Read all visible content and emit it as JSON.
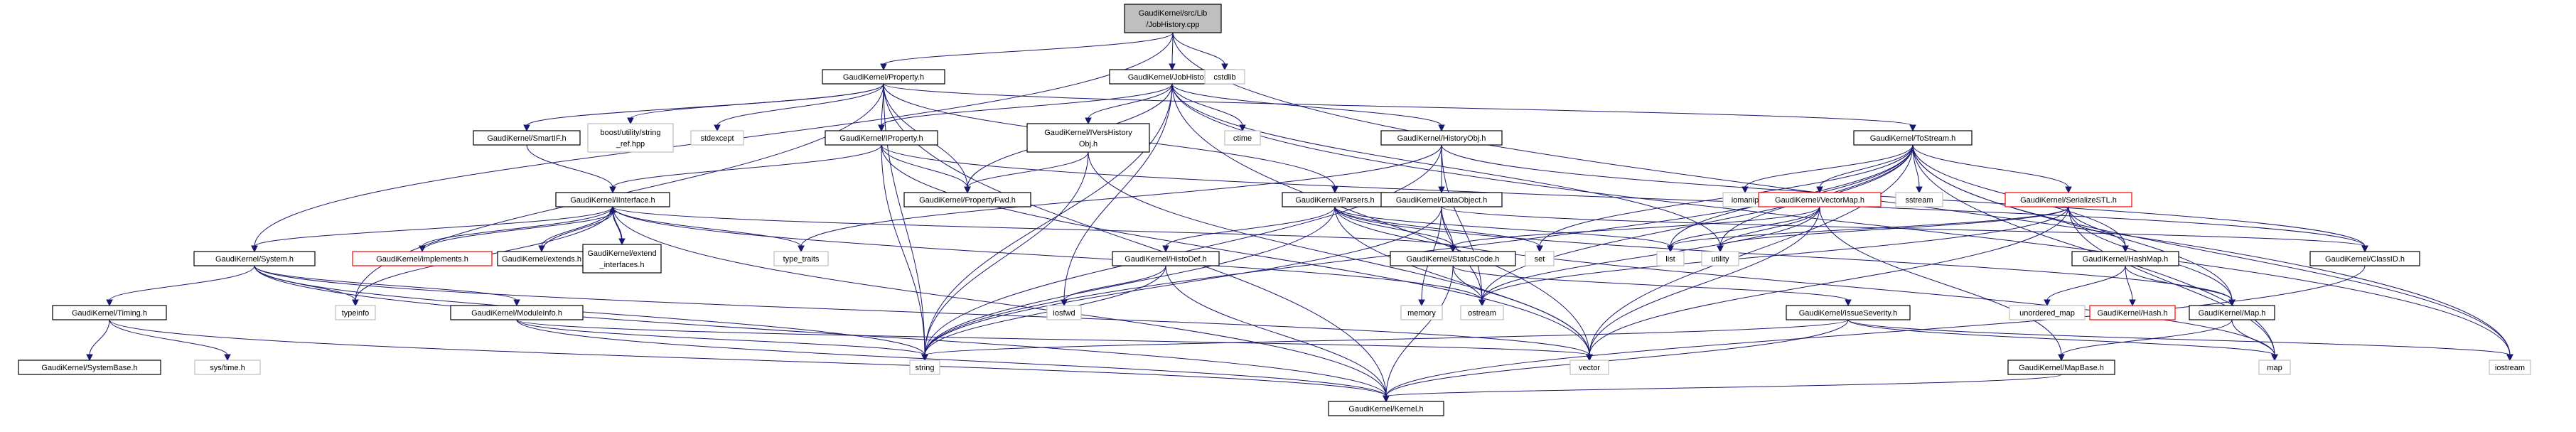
{
  "title": "Include dependency graph for GaudiKernel/src/Lib/JobHistory.cpp",
  "colors": {
    "edge": "#191970",
    "root_fill": "#bfbfbf",
    "node_border": "#000000",
    "system_border": "#bfbfbf",
    "truncated_border": "#ff0000"
  },
  "nodes": [
    {
      "id": "root",
      "lines": [
        "GaudiKernel/src/Lib",
        "/JobHistory.cpp"
      ],
      "kind": "root"
    },
    {
      "id": "property",
      "lines": [
        "GaudiKernel/Property.h"
      ],
      "kind": "normal"
    },
    {
      "id": "jobhistory",
      "lines": [
        "GaudiKernel/JobHistory.h"
      ],
      "kind": "normal"
    },
    {
      "id": "cstdlib",
      "lines": [
        "cstdlib"
      ],
      "kind": "system"
    },
    {
      "id": "smartif",
      "lines": [
        "GaudiKernel/SmartIF.h"
      ],
      "kind": "normal"
    },
    {
      "id": "boost",
      "lines": [
        "boost/utility/string",
        "_ref.hpp"
      ],
      "kind": "system"
    },
    {
      "id": "stdexcept",
      "lines": [
        "stdexcept"
      ],
      "kind": "system"
    },
    {
      "id": "iproperty",
      "lines": [
        "GaudiKernel/IProperty.h"
      ],
      "kind": "normal"
    },
    {
      "id": "ivershistory",
      "lines": [
        "GaudiKernel/IVersHistory",
        "Obj.h"
      ],
      "kind": "normal"
    },
    {
      "id": "ctime",
      "lines": [
        "ctime"
      ],
      "kind": "system"
    },
    {
      "id": "historyobj",
      "lines": [
        "GaudiKernel/HistoryObj.h"
      ],
      "kind": "normal"
    },
    {
      "id": "tostream",
      "lines": [
        "GaudiKernel/ToStream.h"
      ],
      "kind": "normal"
    },
    {
      "id": "iinterface",
      "lines": [
        "GaudiKernel/IInterface.h"
      ],
      "kind": "normal"
    },
    {
      "id": "propertyfwd",
      "lines": [
        "GaudiKernel/PropertyFwd.h"
      ],
      "kind": "normal"
    },
    {
      "id": "parsers",
      "lines": [
        "GaudiKernel/Parsers.h"
      ],
      "kind": "normal"
    },
    {
      "id": "dataobject",
      "lines": [
        "GaudiKernel/DataObject.h"
      ],
      "kind": "normal"
    },
    {
      "id": "iomanip",
      "lines": [
        "iomanip"
      ],
      "kind": "system"
    },
    {
      "id": "vectormap",
      "lines": [
        "GaudiKernel/VectorMap.h"
      ],
      "kind": "truncated"
    },
    {
      "id": "serializestl",
      "lines": [
        "GaudiKernel/SerializeSTL.h"
      ],
      "kind": "truncated"
    },
    {
      "id": "sstream",
      "lines": [
        "sstream"
      ],
      "kind": "system"
    },
    {
      "id": "system",
      "lines": [
        "GaudiKernel/System.h"
      ],
      "kind": "normal"
    },
    {
      "id": "implements",
      "lines": [
        "GaudiKernel/implements.h"
      ],
      "kind": "truncated"
    },
    {
      "id": "extends",
      "lines": [
        "GaudiKernel/extends.h"
      ],
      "kind": "normal"
    },
    {
      "id": "extendif",
      "lines": [
        "GaudiKernel/extend",
        "_interfaces.h"
      ],
      "kind": "normal"
    },
    {
      "id": "typetraits",
      "lines": [
        "type_traits"
      ],
      "kind": "system"
    },
    {
      "id": "histodef",
      "lines": [
        "GaudiKernel/HistoDef.h"
      ],
      "kind": "normal"
    },
    {
      "id": "statuscode",
      "lines": [
        "GaudiKernel/StatusCode.h"
      ],
      "kind": "normal"
    },
    {
      "id": "set",
      "lines": [
        "set"
      ],
      "kind": "system"
    },
    {
      "id": "list",
      "lines": [
        "list"
      ],
      "kind": "system"
    },
    {
      "id": "utility",
      "lines": [
        "utility"
      ],
      "kind": "system"
    },
    {
      "id": "hashmap",
      "lines": [
        "GaudiKernel/HashMap.h"
      ],
      "kind": "normal"
    },
    {
      "id": "classid",
      "lines": [
        "GaudiKernel/ClassID.h"
      ],
      "kind": "normal"
    },
    {
      "id": "timing",
      "lines": [
        "GaudiKernel/Timing.h"
      ],
      "kind": "normal"
    },
    {
      "id": "typeinfo",
      "lines": [
        "typeinfo"
      ],
      "kind": "system"
    },
    {
      "id": "moduleinfo",
      "lines": [
        "GaudiKernel/ModuleInfo.h"
      ],
      "kind": "normal"
    },
    {
      "id": "iosfwd",
      "lines": [
        "iosfwd"
      ],
      "kind": "system"
    },
    {
      "id": "memory",
      "lines": [
        "memory"
      ],
      "kind": "system"
    },
    {
      "id": "ostream",
      "lines": [
        "ostream"
      ],
      "kind": "system"
    },
    {
      "id": "issueseverity",
      "lines": [
        "GaudiKernel/IssueSeverity.h"
      ],
      "kind": "normal"
    },
    {
      "id": "unorderedmap",
      "lines": [
        "unordered_map"
      ],
      "kind": "system"
    },
    {
      "id": "hash",
      "lines": [
        "GaudiKernel/Hash.h"
      ],
      "kind": "truncated"
    },
    {
      "id": "map_h",
      "lines": [
        "GaudiKernel/Map.h"
      ],
      "kind": "normal"
    },
    {
      "id": "systembase",
      "lines": [
        "GaudiKernel/SystemBase.h"
      ],
      "kind": "normal"
    },
    {
      "id": "systime",
      "lines": [
        "sys/time.h"
      ],
      "kind": "system"
    },
    {
      "id": "string",
      "lines": [
        "string"
      ],
      "kind": "system"
    },
    {
      "id": "vector",
      "lines": [
        "vector"
      ],
      "kind": "system"
    },
    {
      "id": "mapbase",
      "lines": [
        "GaudiKernel/MapBase.h"
      ],
      "kind": "normal"
    },
    {
      "id": "map",
      "lines": [
        "map"
      ],
      "kind": "system"
    },
    {
      "id": "iostream",
      "lines": [
        "iostream"
      ],
      "kind": "system"
    },
    {
      "id": "kernel",
      "lines": [
        "GaudiKernel/Kernel.h"
      ],
      "kind": "normal"
    }
  ],
  "edges": [
    [
      "root",
      "property"
    ],
    [
      "root",
      "jobhistory"
    ],
    [
      "root",
      "cstdlib"
    ],
    [
      "root",
      "system"
    ],
    [
      "root",
      "iostream"
    ],
    [
      "property",
      "smartif"
    ],
    [
      "property",
      "boost"
    ],
    [
      "property",
      "stdexcept"
    ],
    [
      "property",
      "iproperty"
    ],
    [
      "property",
      "propertyfwd"
    ],
    [
      "property",
      "parsers"
    ],
    [
      "property",
      "tostream"
    ],
    [
      "property",
      "string"
    ],
    [
      "property",
      "typeinfo"
    ],
    [
      "property",
      "kernel"
    ],
    [
      "jobhistory",
      "iproperty"
    ],
    [
      "jobhistory",
      "iversHistory"
    ],
    [
      "jobhistory",
      "iverHistory"
    ],
    [
      "jobhistory",
      "iveRshistory"
    ],
    [
      "jobhistory",
      "ctime"
    ],
    [
      "jobhistory",
      "historyobj"
    ],
    [
      "jobhistory",
      "propertyfwd"
    ],
    [
      "jobhistory",
      "string"
    ],
    [
      "jobhistory",
      "vector"
    ],
    [
      "jobhistory",
      "utility"
    ],
    [
      "jobhistory",
      "iosfwd"
    ],
    [
      "jobhistory",
      "iostream"
    ],
    [
      "smartif",
      "iinterface"
    ],
    [
      "iproperty",
      "iinterface"
    ],
    [
      "iproperty",
      "propertyfwd"
    ],
    [
      "iproperty",
      "string"
    ],
    [
      "iproperty",
      "vector"
    ],
    [
      "iproperty",
      "classid"
    ],
    [
      "iversHistory",
      "propertyfwd"
    ],
    [
      "iversHistory",
      "string"
    ],
    [
      "iversHistory",
      "vector"
    ],
    [
      "historyobj",
      "dataobject"
    ],
    [
      "historyobj",
      "string"
    ],
    [
      "historyobj",
      "ostream"
    ],
    [
      "historyobj",
      "classid"
    ],
    [
      "historyobj",
      "typetraits"
    ],
    [
      "tostream",
      "iomanip"
    ],
    [
      "tostream",
      "vectormap"
    ],
    [
      "tostream",
      "serializestl"
    ],
    [
      "tostream",
      "sstream"
    ],
    [
      "tostream",
      "set"
    ],
    [
      "tostream",
      "list"
    ],
    [
      "tostream",
      "utility"
    ],
    [
      "tostream",
      "hashmap"
    ],
    [
      "tostream",
      "map_h"
    ],
    [
      "tostream",
      "map"
    ],
    [
      "tostream",
      "string"
    ],
    [
      "tostream",
      "vector"
    ],
    [
      "tostream",
      "ostream"
    ],
    [
      "tostream",
      "iostream"
    ],
    [
      "iinterface",
      "system"
    ],
    [
      "iinterface",
      "implements"
    ],
    [
      "iinterface",
      "extends"
    ],
    [
      "iinterface",
      "extendif"
    ],
    [
      "iinterface",
      "typetraits"
    ],
    [
      "iinterface",
      "typeinfo"
    ],
    [
      "iinterface",
      "statuscode"
    ],
    [
      "iinterface",
      "ostream"
    ],
    [
      "iinterface",
      "kernel"
    ],
    [
      "implements",
      "iinterface"
    ],
    [
      "extends",
      "iinterface"
    ],
    [
      "extendif",
      "iinterface"
    ],
    [
      "parsers",
      "histodef"
    ],
    [
      "parsers",
      "statuscode"
    ],
    [
      "parsers",
      "set"
    ],
    [
      "parsers",
      "list"
    ],
    [
      "parsers",
      "map"
    ],
    [
      "parsers",
      "string"
    ],
    [
      "parsers",
      "vector"
    ],
    [
      "parsers",
      "map_h"
    ],
    [
      "dataobject",
      "statuscode"
    ],
    [
      "dataobject",
      "ostream"
    ],
    [
      "dataobject",
      "classid"
    ],
    [
      "dataobject",
      "string"
    ],
    [
      "dataobject",
      "memory"
    ],
    [
      "vectormap",
      "statuscode"
    ],
    [
      "vectormap",
      "utility"
    ],
    [
      "vectormap",
      "vector"
    ],
    [
      "vectormap",
      "ostream"
    ],
    [
      "vectormap",
      "list"
    ],
    [
      "vectormap",
      "mapbase"
    ],
    [
      "serializestl",
      "list"
    ],
    [
      "serializestl",
      "utility"
    ],
    [
      "serializestl",
      "hashmap"
    ],
    [
      "serializestl",
      "map_h"
    ],
    [
      "serializestl",
      "ostream"
    ],
    [
      "serializestl",
      "vector"
    ],
    [
      "serializestl",
      "map"
    ],
    [
      "system",
      "timing"
    ],
    [
      "system",
      "moduleinfo"
    ],
    [
      "system",
      "typeinfo"
    ],
    [
      "system",
      "string"
    ],
    [
      "system",
      "vector"
    ],
    [
      "system",
      "kernel"
    ],
    [
      "timing",
      "systembase"
    ],
    [
      "timing",
      "systime"
    ],
    [
      "timing",
      "kernel"
    ],
    [
      "moduleinfo",
      "string"
    ],
    [
      "moduleinfo",
      "vector"
    ],
    [
      "moduleinfo",
      "kernel"
    ],
    [
      "histodef",
      "iosfwd"
    ],
    [
      "histodef",
      "string"
    ],
    [
      "histodef",
      "kernel"
    ],
    [
      "statuscode",
      "ostream"
    ],
    [
      "statuscode",
      "issueseverity"
    ],
    [
      "statuscode",
      "kernel"
    ],
    [
      "issueseverity",
      "map"
    ],
    [
      "issueseverity",
      "string"
    ],
    [
      "issueseverity",
      "iostream"
    ],
    [
      "issueseverity",
      "kernel"
    ],
    [
      "hashmap",
      "unorderedmap"
    ],
    [
      "hashmap",
      "hash"
    ],
    [
      "hashmap",
      "map_h"
    ],
    [
      "map_h",
      "map"
    ],
    [
      "map_h",
      "mapbase"
    ],
    [
      "mapbase",
      "kernel"
    ],
    [
      "classid",
      "kernel"
    ]
  ]
}
